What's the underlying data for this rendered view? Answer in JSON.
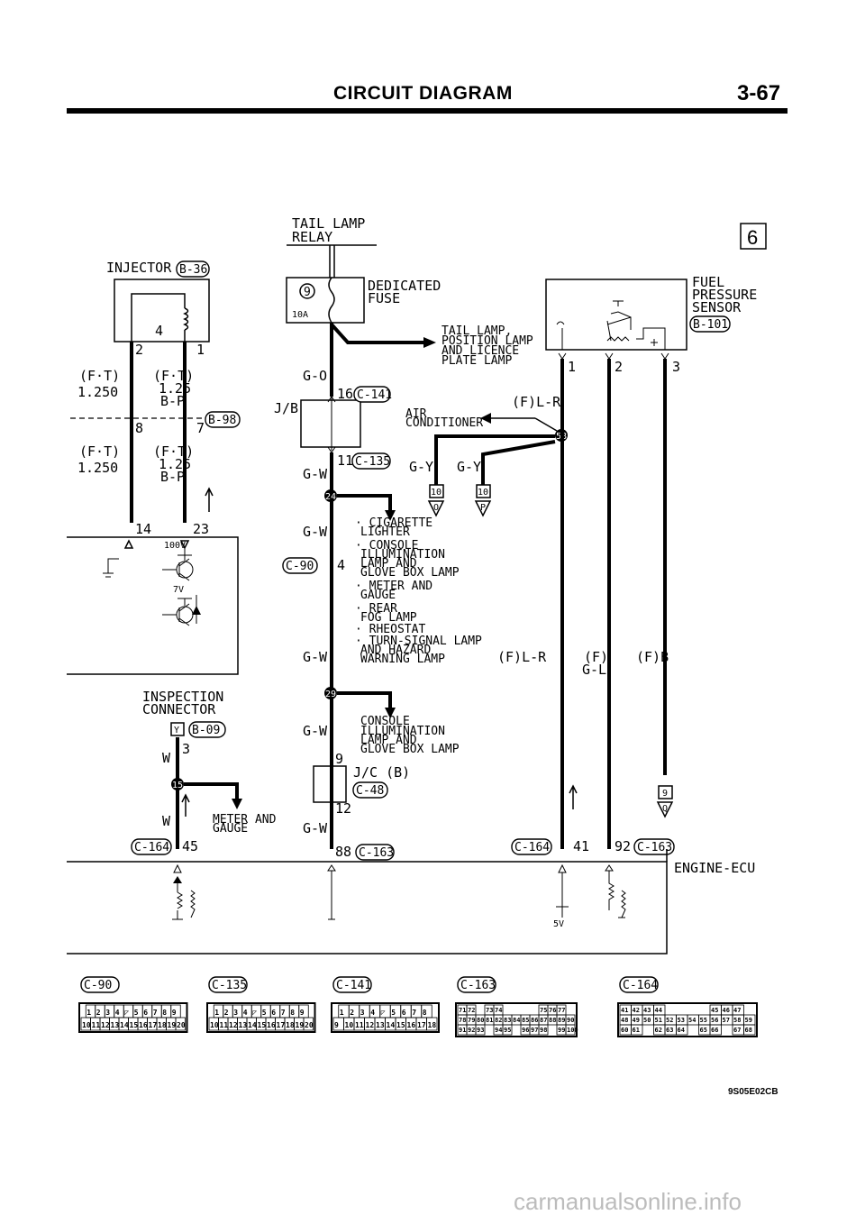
{
  "header": {
    "title": "CIRCUIT DIAGRAM",
    "page_number": "3-67"
  },
  "page_marker": "6",
  "injector": {
    "label": "INJECTOR",
    "connector": "B-36",
    "pin_4": "4",
    "pin_2": "2",
    "pin_1": "1"
  },
  "wires_left": {
    "ft_a": "(F·T)",
    "size_a": "1.250",
    "ft_b": "(F·T)",
    "size_b": "1.25",
    "color_b": "B-P",
    "ft_c": "(F·T)",
    "size_c": "1.250",
    "ft_d": "(F·T)",
    "size_d": "1.25",
    "color_d": "B-P",
    "pin_8": "8",
    "pin_7": "7",
    "conn_b98": "B-98",
    "pin_14": "14",
    "pin_23": "23"
  },
  "ecu_internal": {
    "v100": "100V",
    "v7": "7V",
    "v5": "5V"
  },
  "tail_relay": {
    "title_line1": "TAIL LAMP",
    "title_line2": "RELAY"
  },
  "fuse": {
    "number": "9",
    "rating": "10A",
    "dedicated_line1": "DEDICATED",
    "dedicated_line2": "FUSE"
  },
  "tail_lamp_note": [
    "TAIL LAMP,",
    "POSITION LAMP",
    "AND LICENCE",
    "PLATE LAMP"
  ],
  "center_wires": {
    "go": "G-O",
    "jb": "J/B",
    "pin_16": "16",
    "conn_c141": "C-141",
    "pin_11": "11",
    "conn_c135": "C-135",
    "gw1": "G-W",
    "node_24": "24",
    "gw2": "G-W",
    "conn_c90": "C-90",
    "pin_4": "4",
    "gw3": "G-W",
    "node_29": "29",
    "gw4": "G-W",
    "pin_9": "9",
    "jc": "J/C (B)",
    "conn_c48": "C-48",
    "pin_12": "12",
    "gw5": "G-W",
    "pin_88": "88",
    "conn_c163": "C-163"
  },
  "cigarette_list": [
    "· CIGARETTE",
    "LIGHTER",
    "· CONSOLE",
    "ILLUMINATION",
    "LAMP AND",
    "GLOVE BOX LAMP",
    "· METER AND",
    "GAUGE",
    "· REAR",
    "FOG LAMP",
    "· RHEOSTAT",
    "· TURN-SIGNAL LAMP",
    "AND HAZARD",
    "WARNING LAMP"
  ],
  "console_note": [
    "CONSOLE",
    "ILLUMINATION",
    "LAMP AND",
    "GLOVE BOX LAMP"
  ],
  "aircon": {
    "label_line1": "AIR",
    "label_line2": "CONDITIONER",
    "flr": "(F)L-R",
    "node_58": "58",
    "gy1": "G-Y",
    "gy2": "G-Y",
    "conn1_num": "10",
    "conn1_letter": "O",
    "conn2_num": "10",
    "conn2_letter": "P"
  },
  "fuel_sensor": {
    "label_line1": "FUEL",
    "label_line2": "PRESSURE",
    "label_line3": "SENSOR",
    "connector": "B-101",
    "pin_1": "1",
    "pin_2": "2",
    "pin_3": "3",
    "flr2": "(F)L-R",
    "f_gl_1": "(F)",
    "f_gl_2": "G-L",
    "fb": "(F)B",
    "conn_num": "9",
    "conn_letter": "Q"
  },
  "inspection": {
    "label_line1": "INSPECTION",
    "label_line2": "CONNECTOR",
    "connector": "B-09",
    "shape": "Y",
    "pin_3": "3",
    "w1": "W",
    "node_15": "15",
    "w2": "W",
    "meter_line1": "METER AND",
    "meter_line2": "GAUGE",
    "conn_c164": "C-164",
    "pin_45": "45"
  },
  "bottom_pins": {
    "conn_c164": "C-164",
    "pin_41": "41",
    "pin_92": "92",
    "conn_c163": "C-163"
  },
  "ecu_label": "ENGINE-ECU",
  "connector_tables": [
    {
      "name": "C-90",
      "top": [
        "1",
        "2",
        "3",
        "4",
        "◸",
        "5",
        "6",
        "7",
        "8",
        "9"
      ],
      "bottom": [
        "10",
        "11",
        "12",
        "13",
        "14",
        "15",
        "16",
        "17",
        "18",
        "19",
        "20"
      ]
    },
    {
      "name": "C-135",
      "top": [
        "1",
        "2",
        "3",
        "4",
        "◸",
        "5",
        "6",
        "7",
        "8",
        "9"
      ],
      "bottom": [
        "10",
        "11",
        "12",
        "13",
        "14",
        "15",
        "16",
        "17",
        "18",
        "19",
        "20"
      ]
    },
    {
      "name": "C-141",
      "top": [
        "1",
        "2",
        "3",
        "4",
        "◸",
        "5",
        "6",
        "7",
        "8"
      ],
      "bottom": [
        "9",
        "10",
        "11",
        "12",
        "13",
        "14",
        "15",
        "16",
        "17",
        "18"
      ]
    },
    {
      "name": "C-163",
      "row1": [
        "71",
        "72",
        "",
        "73",
        "74",
        "",
        "",
        "",
        "",
        "75",
        "76",
        "77"
      ],
      "row2": [
        "78",
        "79",
        "80",
        "81",
        "82",
        "83",
        "84",
        "85",
        "86",
        "87",
        "88",
        "89",
        "90"
      ],
      "row3": [
        "91",
        "92",
        "93",
        "",
        "94",
        "95",
        "",
        "96",
        "97",
        "98",
        "",
        "99",
        "100"
      ]
    },
    {
      "name": "C-164",
      "row1": [
        "41",
        "42",
        "43",
        "44",
        "",
        "",
        "",
        "",
        "45",
        "46",
        "47"
      ],
      "row2": [
        "48",
        "49",
        "50",
        "51",
        "52",
        "53",
        "54",
        "55",
        "56",
        "57",
        "58",
        "59"
      ],
      "row3": [
        "60",
        "61",
        "",
        "62",
        "63",
        "64",
        "",
        "65",
        "66",
        "",
        "67",
        "68"
      ]
    }
  ],
  "figure_code": "9S05E02CB",
  "watermark": "carmanualsonline.info"
}
